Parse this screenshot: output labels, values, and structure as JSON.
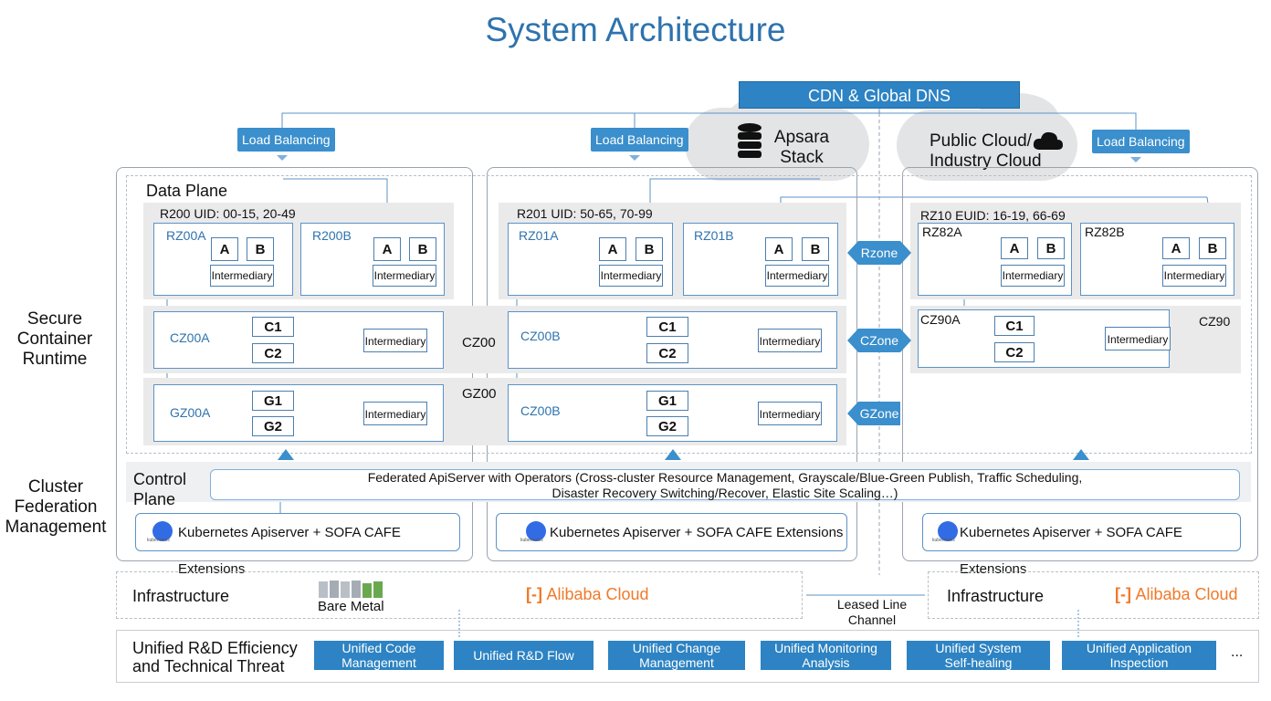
{
  "title": "System Architecture",
  "cdn": "CDN & Global DNS",
  "load_balancing": [
    "Load Balancing",
    "Load Balancing",
    "Load Balancing"
  ],
  "apsara": [
    "Apsara",
    "Stack"
  ],
  "public_cloud": [
    "Public Cloud/",
    "Industry Cloud"
  ],
  "side_labels": {
    "secure": [
      "Secure",
      "Container",
      "Runtime"
    ],
    "cluster": [
      "Cluster",
      "Federation",
      "Management"
    ]
  },
  "data_plane": "Data Plane",
  "regions": [
    {
      "header": "R200  UID: 00-15, 20-49",
      "rz_a": "RZ00A",
      "rz_b": "R200B",
      "cz_label": "CZ00A",
      "cz_zone": "CZ00",
      "gz_label": "GZ00A",
      "gz_zone": "GZ00"
    },
    {
      "header": "R201 UID: 50-65, 70-99",
      "rz_a": "RZ01A",
      "rz_b": "RZ01B",
      "cz_label": "CZ00B",
      "gz_label": "CZ00B"
    },
    {
      "header": "RZ10 EUID: 16-19, 66-69",
      "rz_a": "RZ82A",
      "rz_b": "RZ82B",
      "cz_label": "CZ90A",
      "cz_zone": "CZ90"
    }
  ],
  "cells": {
    "a": "A",
    "b": "B",
    "c1": "C1",
    "c2": "C2",
    "g1": "G1",
    "g2": "G2",
    "intermediary": "Intermediary"
  },
  "zone_arrows": [
    "Rzone",
    "CZone",
    "GZone"
  ],
  "control_plane": [
    "Control",
    "Plane"
  ],
  "federated": [
    "Federated ApiServer with Operators (Cross-cluster Resource Management, Grayscale/Blue-Green Publish, Traffic Scheduling,",
    "Disaster Recovery Switching/Recover, Elastic Site Scaling…)"
  ],
  "k8s_label": "Kubernetes Apiserver + SOFA CAFE Extensions",
  "k8s_icon_text": "kubernetes",
  "infrastructure": "Infrastructure",
  "bare_metal": "Bare Metal",
  "alibaba_cloud": "Alibaba Cloud",
  "leased_line": [
    "Leased Line",
    "Channel"
  ],
  "unified": {
    "label": [
      "Unified R&D Efficiency",
      "and Technical Threat"
    ],
    "items": [
      [
        "Unified Code",
        "Management"
      ],
      [
        "Unified R&D Flow"
      ],
      [
        "Unified Change",
        "Management"
      ],
      [
        "Unified Monitoring",
        "Analysis"
      ],
      [
        "Unified System",
        "Self-healing"
      ],
      [
        "Unified Application",
        "Inspection"
      ]
    ],
    "more": "..."
  },
  "colors": {
    "accent": "#2d83c3",
    "title": "#2e73ae",
    "alibaba": "#f07a2a"
  },
  "icons": [
    "database-icon",
    "cloud-icon",
    "kubernetes-icon",
    "server-rack-icon",
    "alibaba-cloud-logo"
  ]
}
